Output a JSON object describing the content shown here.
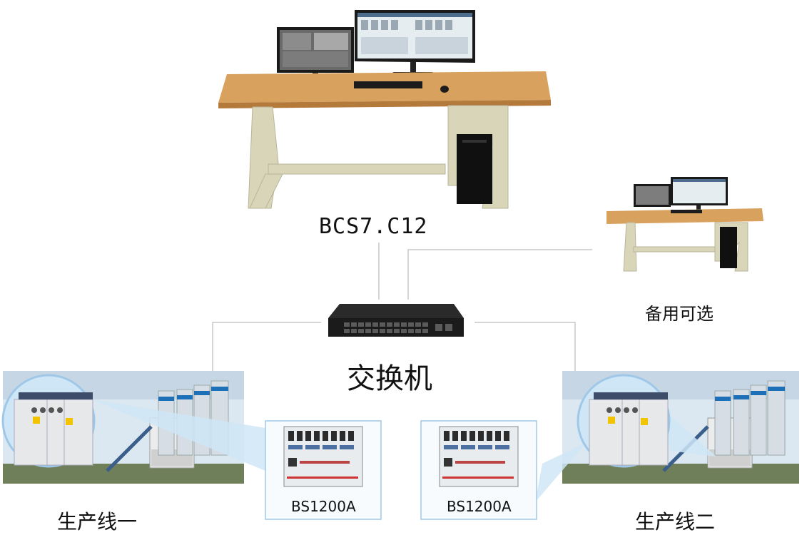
{
  "diagram": {
    "main_station_label": "BCS7.C12",
    "backup_station_label": "备用可选",
    "switch_label": "交换机",
    "line1_label": "生产线一",
    "line2_label": "生产线二",
    "controller1_label": "BS1200A",
    "controller2_label": "BS1200A"
  },
  "colors": {
    "connector_line": "#c8c8c8",
    "desk_top": "#d9a15e",
    "desk_frame": "#d8d5b8",
    "callout_fill": "#cfe6f7",
    "callout_border": "#9fc8e8",
    "sky": "#dbe7f1",
    "silo": "#d7dde4",
    "silo_band": "#1d6fb8"
  }
}
